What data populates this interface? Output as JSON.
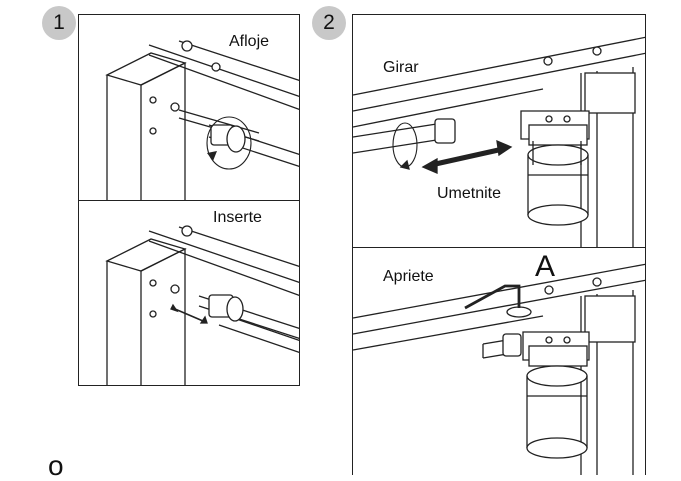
{
  "step1": {
    "number": "1",
    "top_label": "Afloje",
    "bottom_label": "Inserte"
  },
  "step2": {
    "number": "2",
    "top_label": "Girar",
    "arrow_label": "Umetnite",
    "bottom_label": "Apriete",
    "letter": "A"
  },
  "footer_glyph": "o"
}
